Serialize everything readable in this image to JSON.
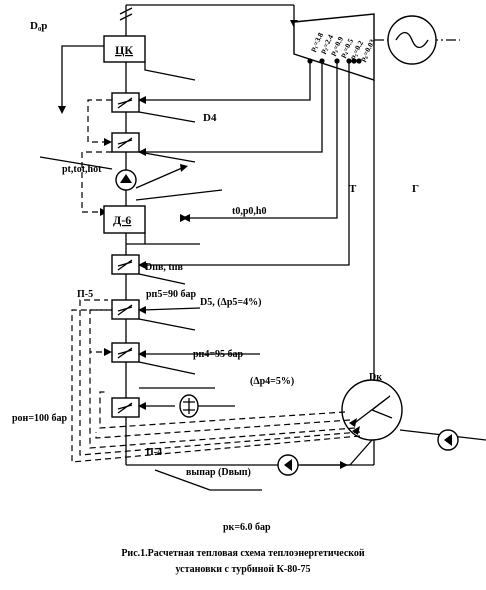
{
  "labels": {
    "d_steam": "D₀р",
    "hp_cylinder": "ЦК",
    "d4": "D4",
    "feedwater_params": "pt,tot,hot",
    "deaerator": "Д-6",
    "t0p0h0": "t0,p0,h0",
    "turbine": "Т",
    "generator": "Г",
    "d_pv": "Dпв, tпв",
    "p5": "П-5",
    "p_p5": "pп5=90 бар",
    "d5": "D5, (Δp5=4%)",
    "p_p4": "pп4=95 бар",
    "dp4": "(Δp4=5%)",
    "dk": "Dк",
    "p_on": "pон=100 бар",
    "p4": "П-4",
    "vypar": "выпар (Dвып)",
    "pk": "pк=6.0 бар"
  },
  "extractions": [
    "p₁=3.8",
    "p₂=2.4",
    "p₃=0.9",
    "p₄=0.5",
    "p₅=0.2",
    "p₆=0.03"
  ],
  "caption": {
    "line1": "Рис.1.Расчетная тепловая схема теплоэнергетической",
    "line2": "установки с турбиной К-80-75"
  }
}
